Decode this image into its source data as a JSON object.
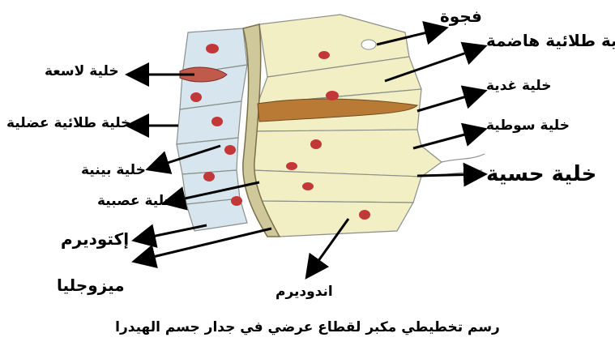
{
  "labels": {
    "vacuole": "فجوة",
    "digestive_epithelial_cell": "خلية طلائية هاضمة",
    "glandular_cell": "خلية غدية",
    "flagellated_cell": "خلية سوطية",
    "sensory_cell": "خلية حسية",
    "stinging_cell": "خلية لاسعة",
    "epitheliomuscular_cell": "خلية طلائية عضلية",
    "interstitial_cell": "خلية بينية",
    "nerve_cell": "خلية عصبية",
    "ectoderm": "إكتوديرم",
    "mesoglea": "ميزوجليا",
    "endoderm": "اندوديرم"
  },
  "caption": "رسم تخطيطي مكبر لقطاع عرضي في جدار جسم الهيدرا",
  "colors": {
    "ectoderm_cell_fill": "#d7e5ee",
    "endoderm_cell_fill": "#f3efc4",
    "cell_outline": "#8a8f8a",
    "nucleus": "#c23838",
    "gland_cell": "#b87a35",
    "mesoglea": "#cfc89a",
    "arrow": "#000000"
  }
}
